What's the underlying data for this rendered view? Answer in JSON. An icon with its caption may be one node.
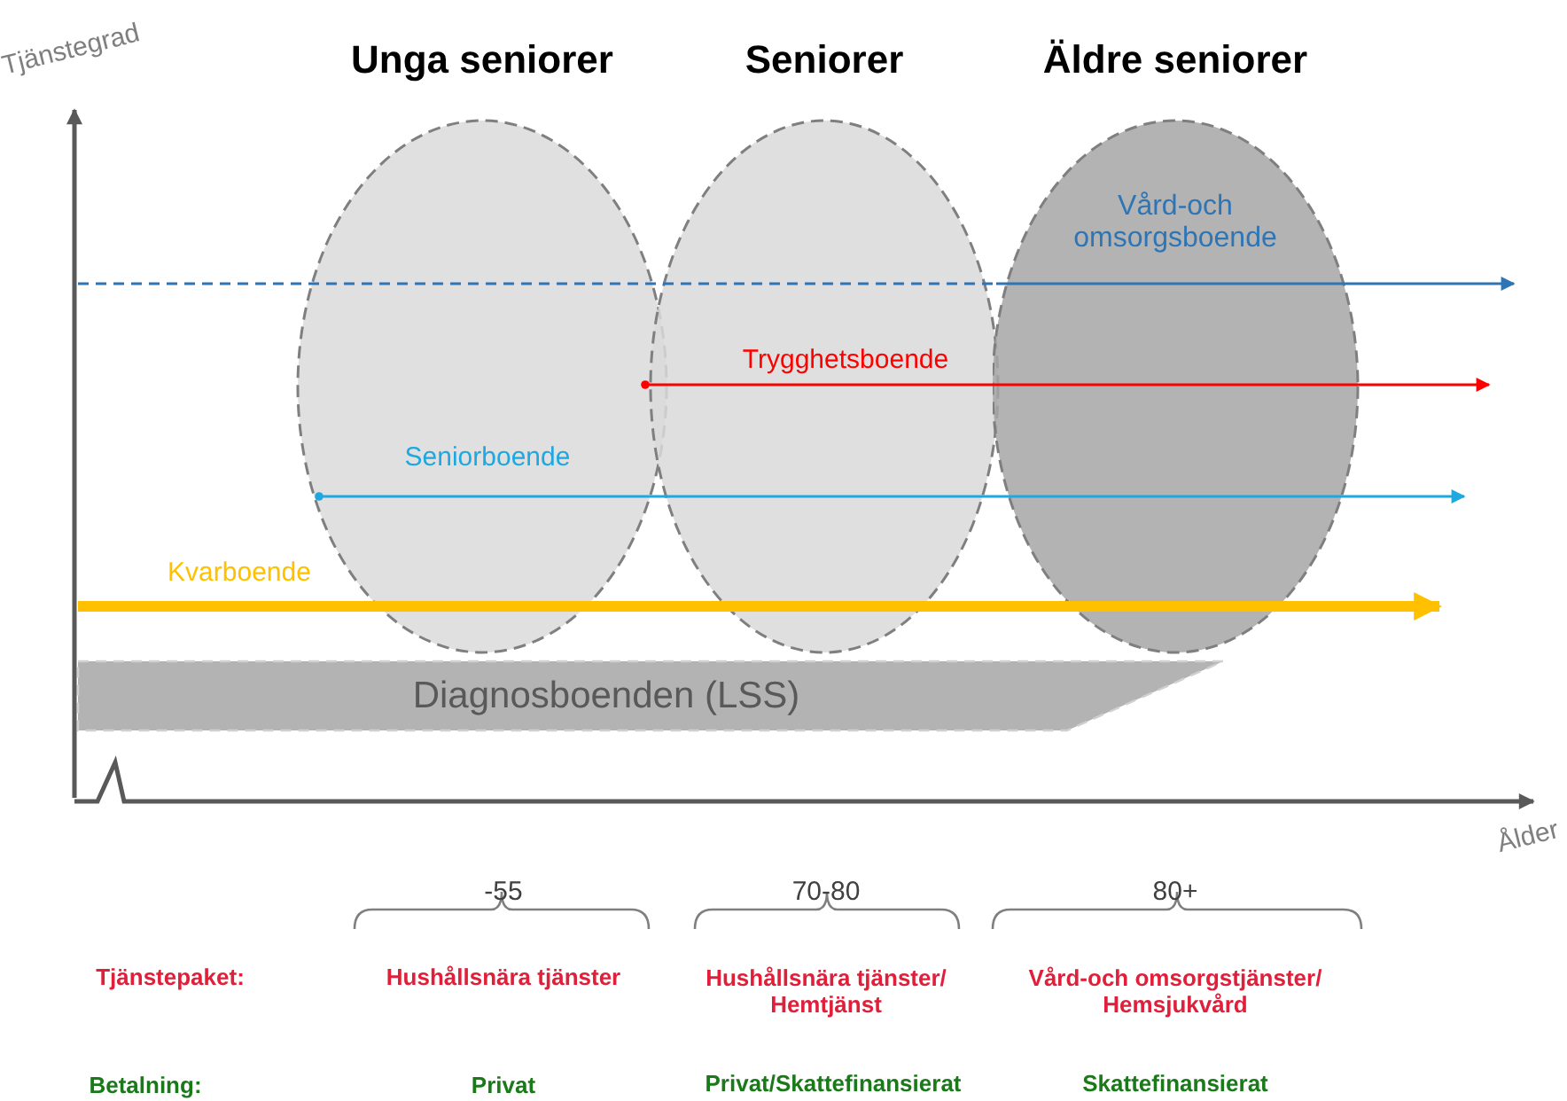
{
  "diagram": {
    "nodes": [
      {
        "text": [
          "Unga seniorer"
        ]
      },
      {
        "text": [
          "Seniorer"
        ]
      },
      {
        "text": [
          "Äldre seniorer"
        ]
      },
      {
        "text": [
          "Diagnosboenden (LSS)"
        ]
      }
    ],
    "labels": [
      "Tjänstegrad",
      "Vård-och omsorgsboende",
      "Trygghetsboende",
      "Seniorboende",
      "Kvarboende",
      "Ålder",
      "-55",
      "70-80",
      "80+",
      "Tjänstepaket:",
      "Hushållsnära tjänster",
      "Hushållsnära tjänster/ Hemtjänst",
      "Vård-och omsorgstjänster/ Hemsjukvård",
      "Betalning:",
      "Privat",
      "Privat/Skattefinansierat",
      "Skattefinansierat"
    ]
  }
}
